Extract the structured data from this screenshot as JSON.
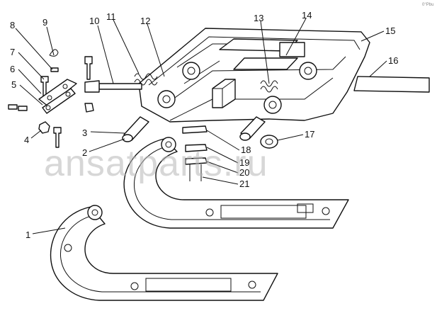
{
  "watermark": "ansatparts.ru",
  "corner_mark": "0°Pbu",
  "callouts": [
    "1",
    "2",
    "3",
    "4",
    "5",
    "6",
    "7",
    "8",
    "9",
    "10",
    "11",
    "12",
    "13",
    "14",
    "15",
    "16",
    "17",
    "18",
    "19",
    "20",
    "21"
  ]
}
